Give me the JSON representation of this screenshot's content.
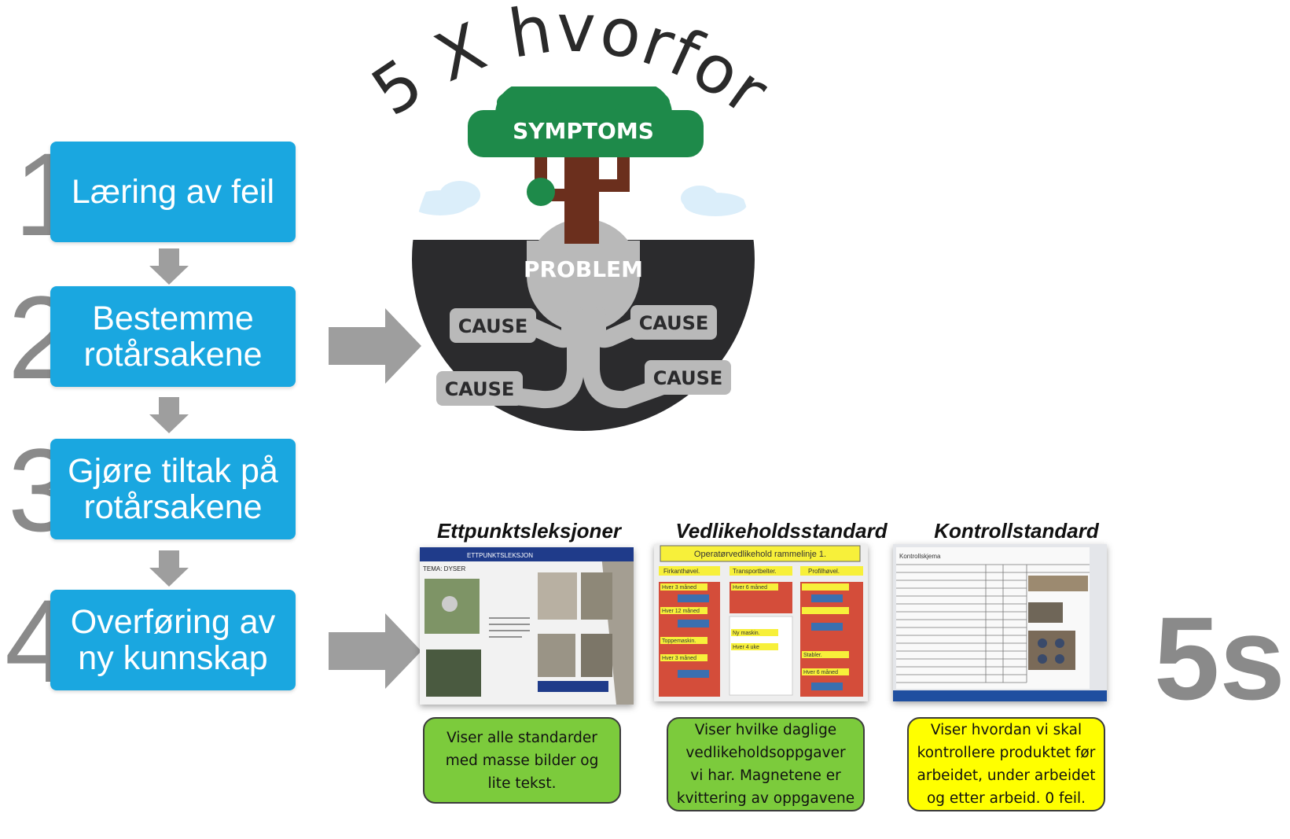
{
  "title": "5 X hvorfor",
  "tree": {
    "top_label": "SYMPTOMS",
    "middle_label": "PROBLEM",
    "cause_labels": [
      "CAUSE",
      "CAUSE",
      "CAUSE",
      "CAUSE"
    ]
  },
  "steps": [
    {
      "number": "1",
      "label": "Læring av feil"
    },
    {
      "number": "2",
      "label": "Bestemme\nrotårsakene"
    },
    {
      "number": "3",
      "label": "Gjøre tiltak på\nrotårsakene"
    },
    {
      "number": "4",
      "label": "Overføring av\nny kunnskap"
    }
  ],
  "standards": [
    {
      "title": "Ettpunktsleksjoner",
      "note": "Viser alle standarder\nmed masse bilder og\nlite tekst.",
      "note_color": "#7ccb3c",
      "photo_texts": [
        "TEMA: DYSER",
        "ETTPUNKTSLEKSJON"
      ]
    },
    {
      "title": "Vedlikeholdsstandard",
      "note": "Viser hvilke daglige\nvedlikeholdsoppgaver\nvi har. Magnetene er\nkvittering av oppgavene",
      "note_color": "#7ccb3c",
      "photo_texts": [
        "Operatørvedlikehold rammelinje 1.",
        "Firkanthøvel.",
        "Transportbelter.",
        "Profilhøvel.",
        "Hver 3 måned",
        "Hver 6 måned",
        "Hver 12 måned",
        "Ny maskin.",
        "Toppemaskin.",
        "Hver 4 uke",
        "Hver 3 måned",
        "Stabler.",
        "Hver 6 måned"
      ]
    },
    {
      "title": "Kontrollstandard",
      "note": "Viser hvordan vi skal\nkontrollere produktet før\narbeidet, under arbeidet\nog etter arbeid. 0 feil.",
      "note_color": "#ffff00",
      "photo_texts": [
        "Kontrollskjema"
      ]
    }
  ],
  "side_label": "5s",
  "colors": {
    "step_box": "#1aa7e0",
    "step_number": "#8a8a8a",
    "arrow": "#9e9e9e",
    "tree_green": "#1e8a4a",
    "tree_trunk": "#6b2f1d",
    "ground": "#2b2b2d",
    "root": "#b9b9b9"
  }
}
